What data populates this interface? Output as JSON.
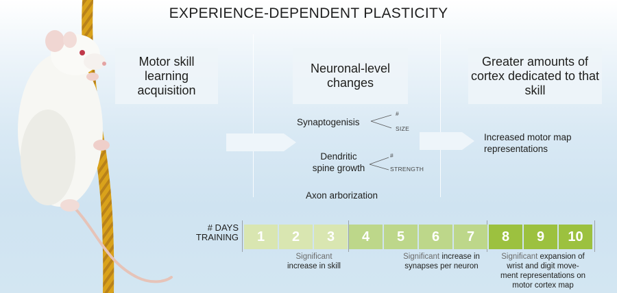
{
  "title": "EXPERIENCE-DEPENDENT PLASTICITY",
  "panels": {
    "left": "Motor skill learning acquisition",
    "middle": "Neuronal-level changes",
    "right": "Greater amounts of cortex dedicated to that skill"
  },
  "mechanisms": {
    "synaptogenesis": "Synaptogenisis",
    "synaptogenesis_sub": [
      "#",
      "SIZE"
    ],
    "dendritic_line1": "Dendritic",
    "dendritic_line2": "spine growth",
    "dendritic_sub": [
      "#",
      "STRENGTH"
    ],
    "axon": "Axon arborization"
  },
  "outcome": "Increased motor map representations",
  "timeline": {
    "label_line1": "# DAYS",
    "label_line2": "TRAINING",
    "days": [
      "1",
      "2",
      "3",
      "4",
      "5",
      "6",
      "7",
      "8",
      "9",
      "10"
    ]
  },
  "notes": {
    "skill": {
      "lead": "Significant",
      "rest": "increase in skill"
    },
    "synapses": {
      "lead": "Significant",
      "rest_line1": " increase in",
      "rest_line2": "synapses per neuron"
    },
    "expansion": {
      "lead": "Significant",
      "line1_rest": " expansion of",
      "line2": "wrist and digit move-",
      "line3": "ment representations on",
      "line4": "motor cortex map"
    }
  },
  "colors": {
    "day_light": "#d9e6b1",
    "day_mid": "#bdd78a",
    "day_dark": "#9cc13f",
    "panel_bg": "#eef4f9",
    "rope": "#d9a21b"
  },
  "icons": [
    "rat-illustration",
    "rope-illustration",
    "right-arrow-icon"
  ]
}
